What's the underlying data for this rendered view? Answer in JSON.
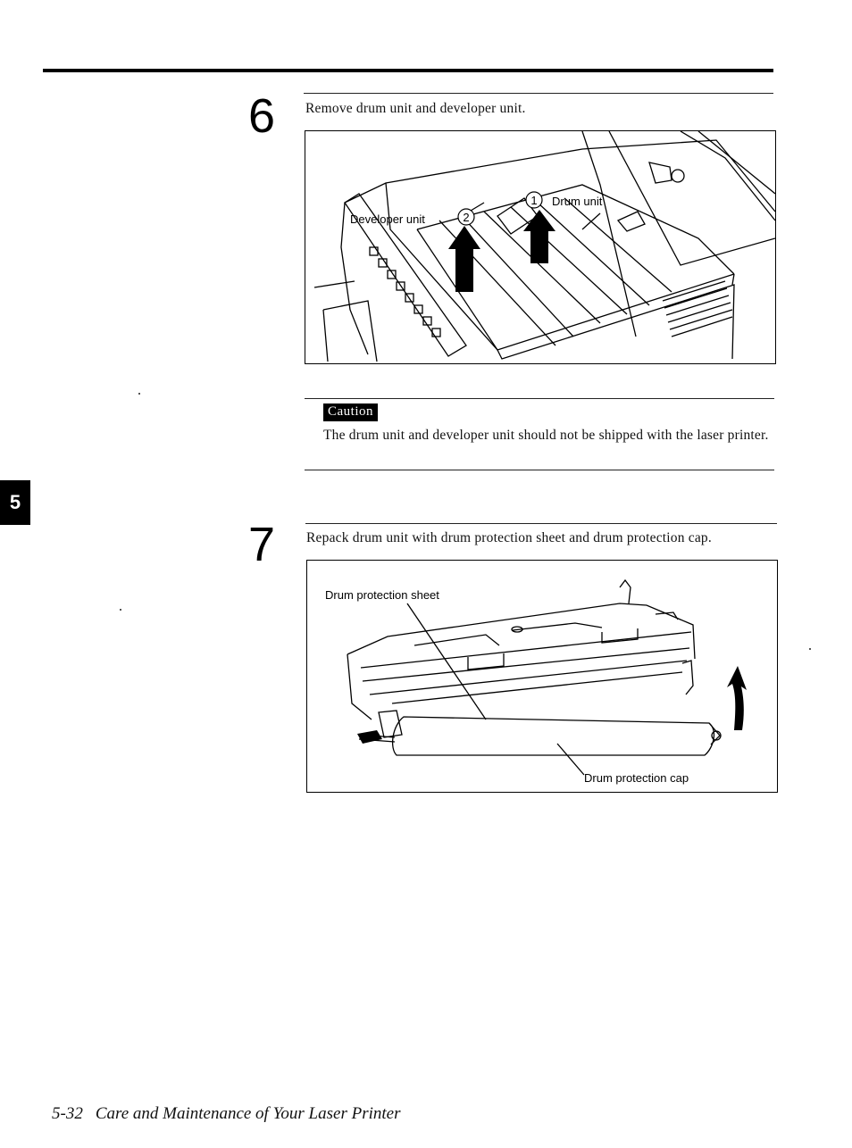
{
  "step6": {
    "number": "6",
    "instruction": "Remove drum unit and developer unit.",
    "figure": {
      "callout_1": "1",
      "label_drum": "Drum unit",
      "callout_2": "2",
      "label_developer": "Developer unit"
    }
  },
  "caution": {
    "badge": "Caution",
    "text": "The drum unit and developer unit should not be shipped with the laser printer."
  },
  "chapter_tab": "5",
  "step7": {
    "number": "7",
    "instruction": "Repack drum unit with drum protection sheet and drum protection cap.",
    "figure": {
      "label_sheet": "Drum protection sheet",
      "label_cap": "Drum protection cap"
    }
  },
  "footer": {
    "page_number": "5-32",
    "title": "Care and Maintenance of Your Laser Printer"
  }
}
